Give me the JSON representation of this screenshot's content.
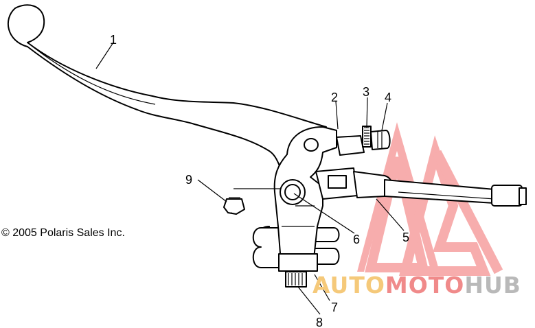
{
  "copyright": "© 2005 Polaris Sales Inc.",
  "callouts": [
    {
      "id": "1",
      "label": "1"
    },
    {
      "id": "2",
      "label": "2"
    },
    {
      "id": "3",
      "label": "3"
    },
    {
      "id": "4",
      "label": "4"
    },
    {
      "id": "5",
      "label": "5"
    },
    {
      "id": "6",
      "label": "6"
    },
    {
      "id": "7",
      "label": "7"
    },
    {
      "id": "8",
      "label": "8"
    },
    {
      "id": "9",
      "label": "9"
    }
  ],
  "watermark": {
    "part1": "AUTO",
    "part2": "MOTO",
    "part3": "HUB",
    "colors": {
      "auto": "#f5c97a",
      "moto": "#f08a8a",
      "hub": "#b9b9b9",
      "triangle": "#f26b6b"
    }
  }
}
